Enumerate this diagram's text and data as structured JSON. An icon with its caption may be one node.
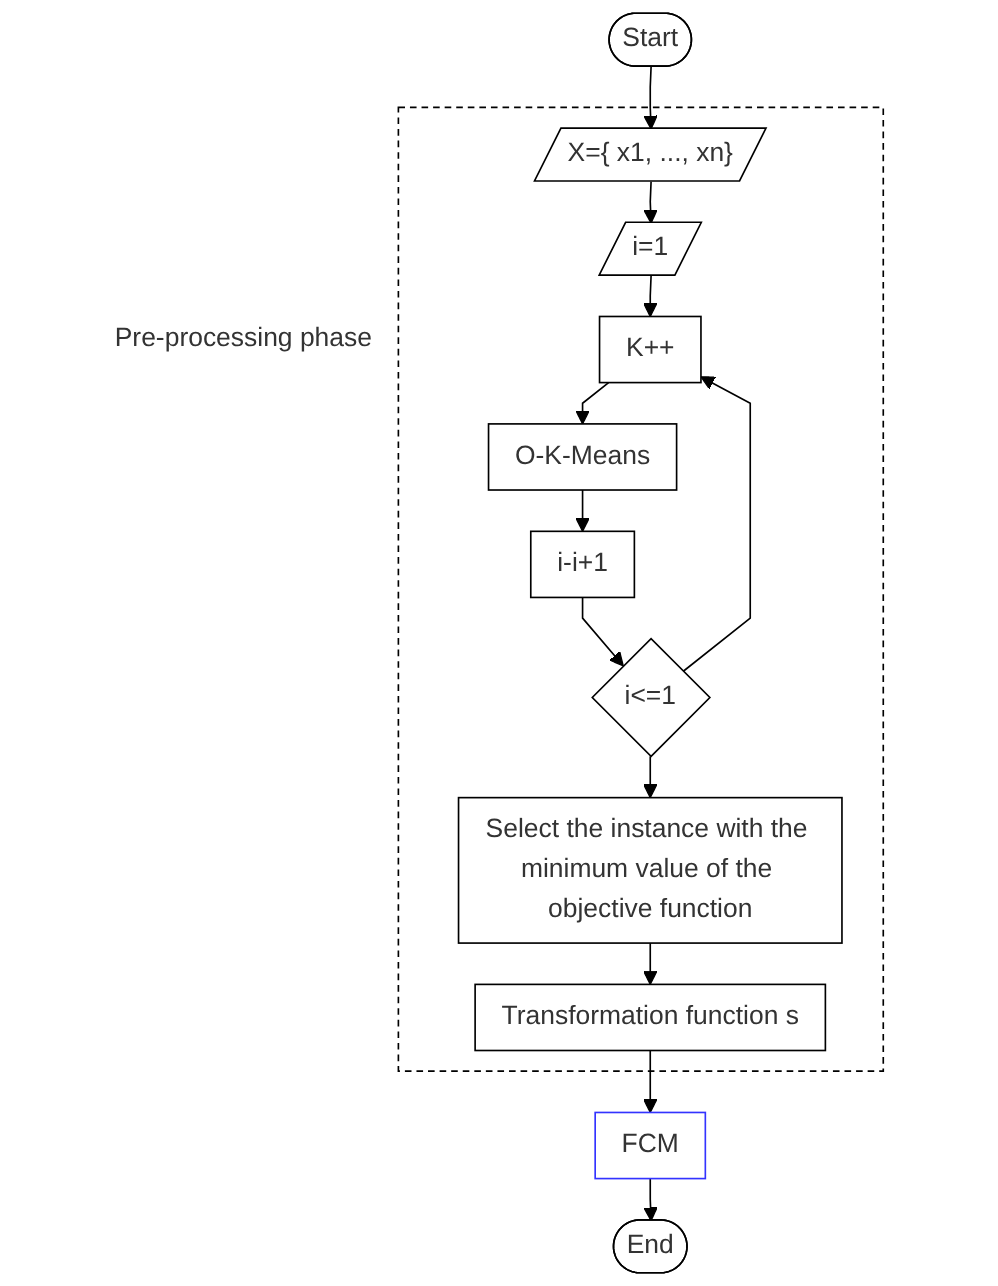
{
  "diagram": {
    "nodes": [
      {
        "text": [
          "Start"
        ]
      },
      {
        "text": [
          "Pre-processing phase"
        ]
      },
      {
        "text": [
          "X={ x1, ..., xn}"
        ],
        "in": 1
      },
      {
        "text": [
          "i=1"
        ],
        "in": 1
      },
      {
        "text": [
          "K++"
        ],
        "in": 1
      },
      {
        "text": [
          "O-K-Means"
        ],
        "in": 1
      },
      {
        "text": [
          "i-i+1"
        ],
        "in": 1
      },
      {
        "text": [
          "i<=1"
        ],
        "in": 1
      },
      {
        "text": [
          "Select the instance with the minimum value of the objective function"
        ],
        "in": 1
      },
      {
        "text": [
          "Transformation function s"
        ],
        "in": 1
      },
      {
        "text": [
          "FCM"
        ]
      },
      {
        "text": [
          "End"
        ]
      }
    ],
    "edges": [
      {
        "from": 0,
        "to": 2,
        "arrow": "to"
      },
      {
        "from": 2,
        "to": 3,
        "arrow": "to"
      },
      {
        "from": 3,
        "to": 4,
        "arrow": "to"
      },
      {
        "from": 4,
        "to": 5,
        "arrow": "to"
      },
      {
        "from": 5,
        "to": 6,
        "arrow": "to"
      },
      {
        "from": 6,
        "to": 7,
        "arrow": "to"
      },
      {
        "from": 7,
        "to": 4,
        "arrow": "to"
      },
      {
        "from": 7,
        "to": 8,
        "arrow": "to"
      },
      {
        "from": 8,
        "to": 9,
        "arrow": "to"
      },
      {
        "from": 9,
        "to": 10,
        "arrow": "to"
      },
      {
        "from": 10,
        "to": 11,
        "arrow": "to"
      }
    ]
  }
}
